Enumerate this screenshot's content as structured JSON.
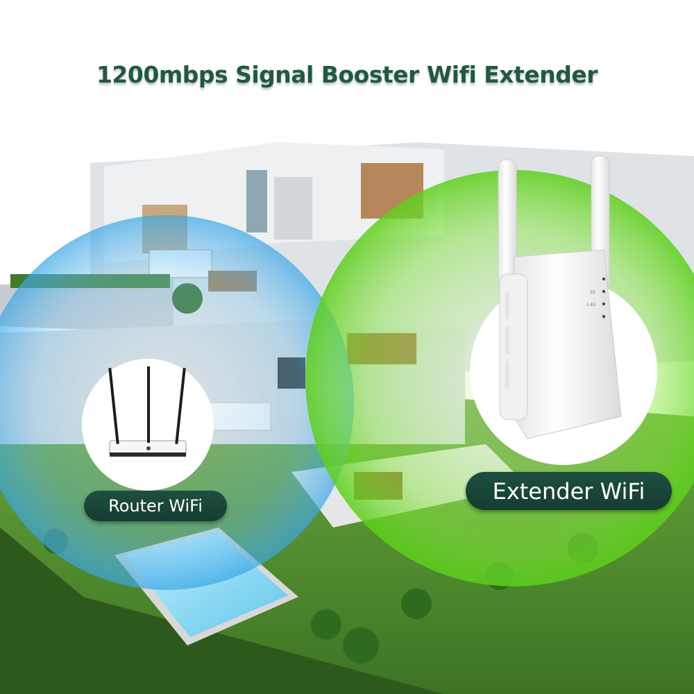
{
  "headline": "1200mbps Signal Booster Wifi Extender",
  "labels": {
    "router": "Router WiFi",
    "extender": "Extender WiFi"
  },
  "extender_led_labels": [
    "",
    "5G",
    "2.4G",
    ""
  ],
  "colors": {
    "headline": "#1f5a40",
    "label_bg": "#1d4f40",
    "router_coverage": "#4fb3e8",
    "extender_coverage": "#6ee02a",
    "lawn": "#4e8a2c"
  },
  "icons": [
    "router-device-icon",
    "extender-device-icon",
    "house-illustration",
    "pool-illustration"
  ]
}
